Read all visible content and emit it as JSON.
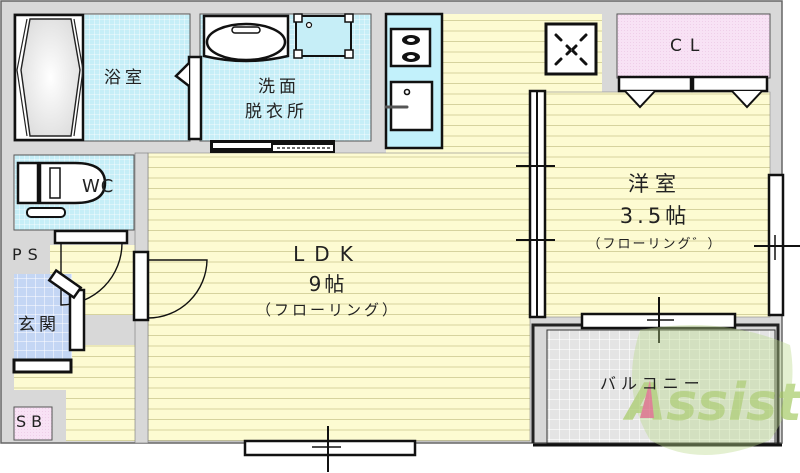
{
  "floor_plan": {
    "layout_type": "1LDK",
    "rooms": {
      "bathroom": {
        "label": "浴室"
      },
      "washroom": {
        "label_line1": "洗面",
        "label_line2": "脱衣所"
      },
      "toilet": {
        "label": "WC"
      },
      "pipe_space": {
        "label": "PS"
      },
      "entrance": {
        "label": "玄関"
      },
      "shoe_box": {
        "label": "SB"
      },
      "ldk": {
        "label": "LDK",
        "size": "9帖",
        "flooring": "（フローリング）"
      },
      "western_room": {
        "label": "洋室",
        "size": "3.5帖",
        "flooring": "（フローリング゛）"
      },
      "closet": {
        "label": "CL"
      },
      "balcony": {
        "label": "バルコニー"
      }
    },
    "watermark": {
      "text": "Assist",
      "color": "#a8cc6a",
      "accent": "#d9607a"
    },
    "colors": {
      "wall": "#d6d6d6",
      "wall_outline": "#555555",
      "wet_area": "#c8f0f8",
      "flooring": "#fdfbd2",
      "flooring_line": "#d8d5a0",
      "closet": "#f8e0f4",
      "entrance": "#c8d8f4",
      "balcony": "#e6e6e6",
      "kitchen": "#c0f0fa"
    }
  }
}
